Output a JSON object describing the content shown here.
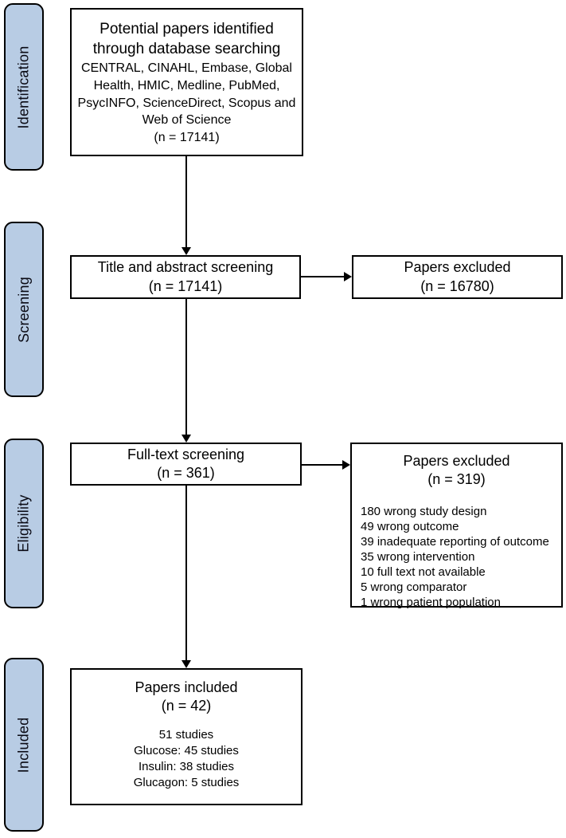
{
  "sidebar": {
    "fill_color": "#b8cce4",
    "border_color": "#000000",
    "stages": [
      {
        "label": "Identification"
      },
      {
        "label": "Screening"
      },
      {
        "label": "Eligibility"
      },
      {
        "label": "Included"
      }
    ]
  },
  "flow": {
    "identification_box": {
      "title": "Potential papers identified through database searching",
      "sources": "CENTRAL, CINAHL, Embase, Global Health, HMIC, Medline, PubMed, PsycINFO, ScienceDirect, Scopus and Web of Science",
      "count": "(n = 17141)"
    },
    "title_abstract_box": {
      "title": "Title and abstract screening",
      "count": "(n = 17141)"
    },
    "excluded_title_abstract_box": {
      "title": "Papers excluded",
      "count": "(n = 16780)"
    },
    "fulltext_box": {
      "title": "Full-text screening",
      "count": "(n = 361)"
    },
    "excluded_fulltext_box": {
      "title": "Papers excluded",
      "count": "(n = 319)",
      "reasons": [
        "180 wrong study design",
        "49 wrong outcome",
        "39 inadequate reporting of outcome",
        "35 wrong intervention",
        "10 full text not available",
        "5 wrong comparator",
        "1 wrong patient population"
      ]
    },
    "included_box": {
      "title": "Papers included",
      "count": "(n = 42)",
      "details": [
        "51 studies",
        "Glucose: 45 studies",
        "Insulin: 38 studies",
        "Glucagon: 5 studies"
      ]
    }
  }
}
